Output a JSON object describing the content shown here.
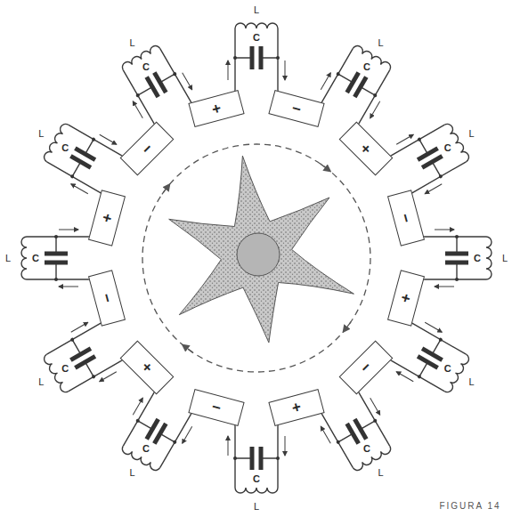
{
  "diagram": {
    "nodes": [
      {
        "text": [
          "+"
        ]
      },
      {
        "text": [
          "−"
        ]
      },
      {
        "text": [
          "+"
        ]
      },
      {
        "text": [
          "−"
        ]
      },
      {
        "text": [
          "+"
        ]
      },
      {
        "text": [
          "−"
        ]
      },
      {
        "text": [
          "+"
        ]
      },
      {
        "text": [
          "−"
        ]
      },
      {
        "text": [
          "+"
        ]
      },
      {
        "text": [
          "−"
        ]
      },
      {
        "text": [
          "+"
        ]
      },
      {
        "text": [
          "−"
        ]
      }
    ],
    "labels": [
      "C",
      "L",
      "C",
      "L",
      "C",
      "L",
      "C",
      "L",
      "C",
      "L",
      "C",
      "L",
      "C",
      "L",
      "C",
      "L",
      "C",
      "L",
      "C",
      "L",
      "C",
      "L",
      "C",
      "L",
      "FIGURA 14"
    ]
  }
}
